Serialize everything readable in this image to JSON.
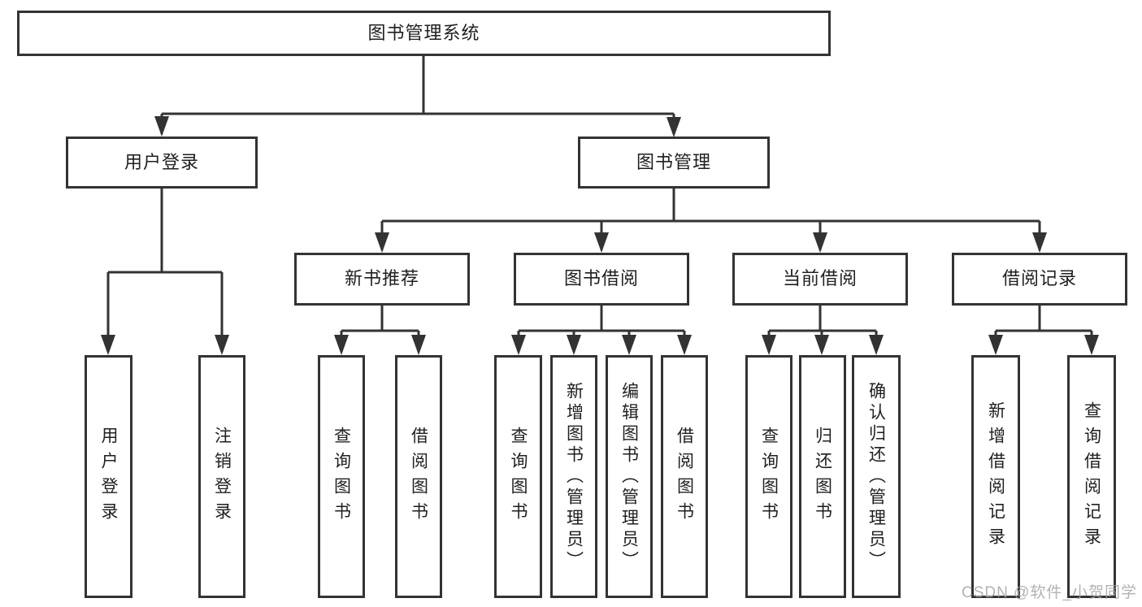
{
  "nodes": {
    "root": {
      "label": "图书管理系统"
    },
    "level2": [
      {
        "label": "用户登录"
      },
      {
        "label": "图书管理"
      }
    ],
    "level3": [
      {
        "label": "新书推荐"
      },
      {
        "label": "图书借阅"
      },
      {
        "label": "当前借阅"
      },
      {
        "label": "借阅记录"
      }
    ],
    "leaves": [
      {
        "label": "用户登录"
      },
      {
        "label": "注销登录"
      },
      {
        "label": "查询图书"
      },
      {
        "label": "借阅图书"
      },
      {
        "label": "查询图书"
      },
      {
        "label": "新增图书（管理员）"
      },
      {
        "label": "编辑图书（管理员）"
      },
      {
        "label": "借阅图书"
      },
      {
        "label": "查询图书"
      },
      {
        "label": "归还图书"
      },
      {
        "label": "确认归还（管理员）"
      },
      {
        "label": "新增借阅记录"
      },
      {
        "label": "查询借阅记录"
      }
    ]
  },
  "watermark": "CSDN @软件_小贺同学",
  "colors": {
    "line": "#333333",
    "text": "#1f1f1f",
    "watermark": "#a4a4a4",
    "background": "#ffffff"
  }
}
